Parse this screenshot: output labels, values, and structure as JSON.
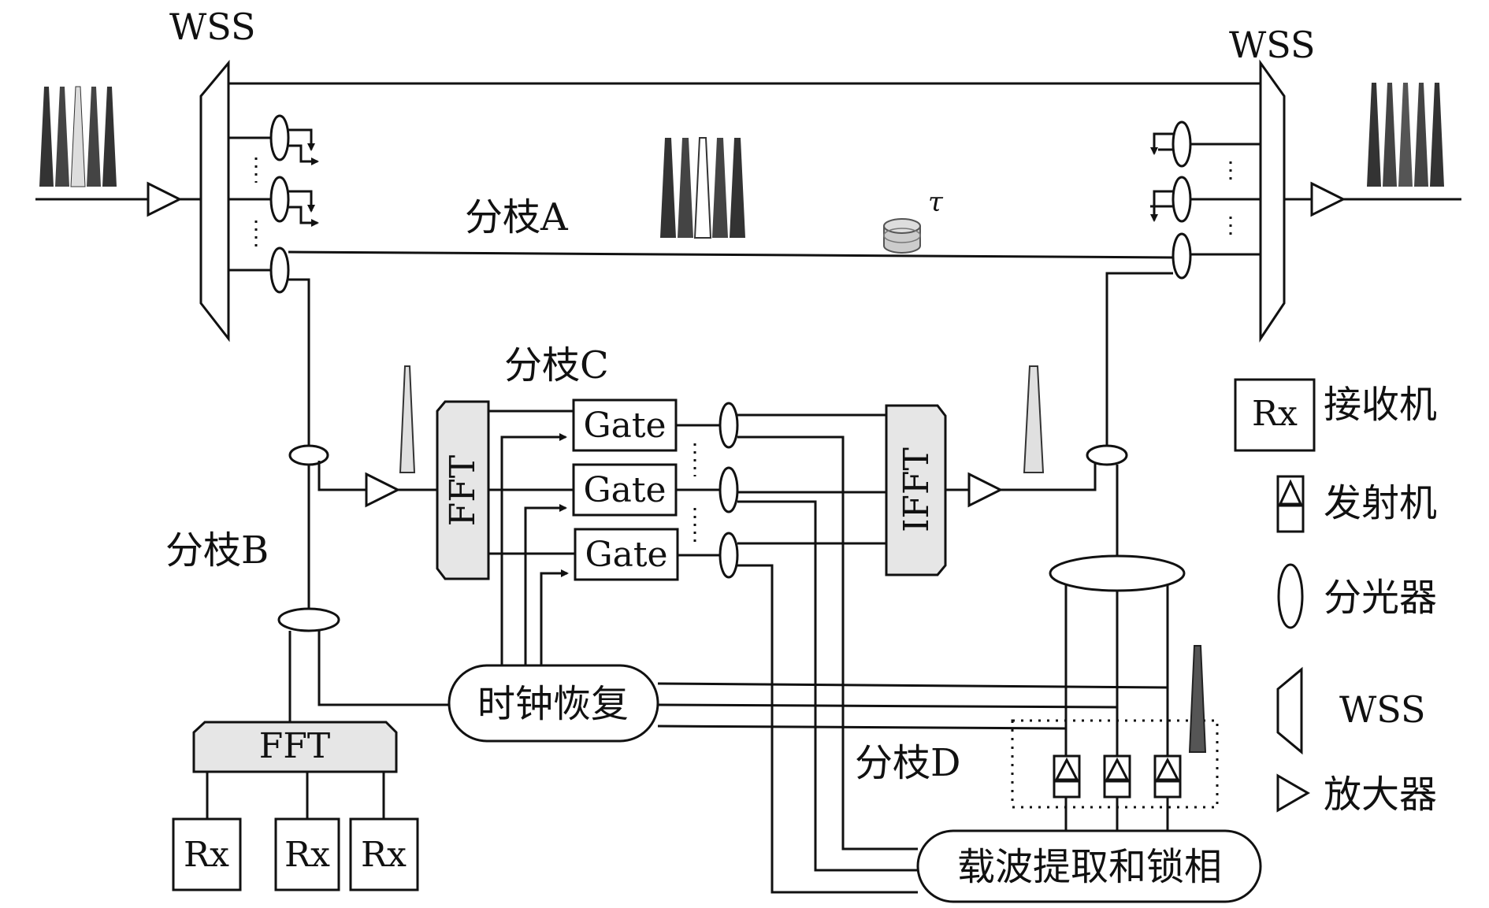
{
  "labels": {
    "wss_left": "WSS",
    "wss_right": "WSS",
    "branch_a": "分枝A",
    "branch_b": "分枝B",
    "branch_c": "分枝C",
    "branch_d": "分枝D",
    "tau": "τ",
    "fft_vertical": "FFT",
    "ifft_vertical": "IFFT",
    "fft_bottom": "FFT",
    "gate_1": "Gate",
    "gate_2": "Gate",
    "gate_3": "Gate",
    "rx_1": "Rx",
    "rx_2": "Rx",
    "rx_3": "Rx",
    "clock_recovery": "时钟恢复",
    "carrier_extraction": "载波提取和锁相"
  },
  "legend": {
    "rx_symbol": "Rx",
    "receiver": "接收机",
    "transmitter": "发射机",
    "splitter": "分光器",
    "wss_symbol": "WSS",
    "amplifier": "放大器"
  },
  "colors": {
    "line": "#111111",
    "block_fill": "#e6e6e6",
    "spectrum_dark": "#333333",
    "spectrum_light": "#dddddd"
  }
}
